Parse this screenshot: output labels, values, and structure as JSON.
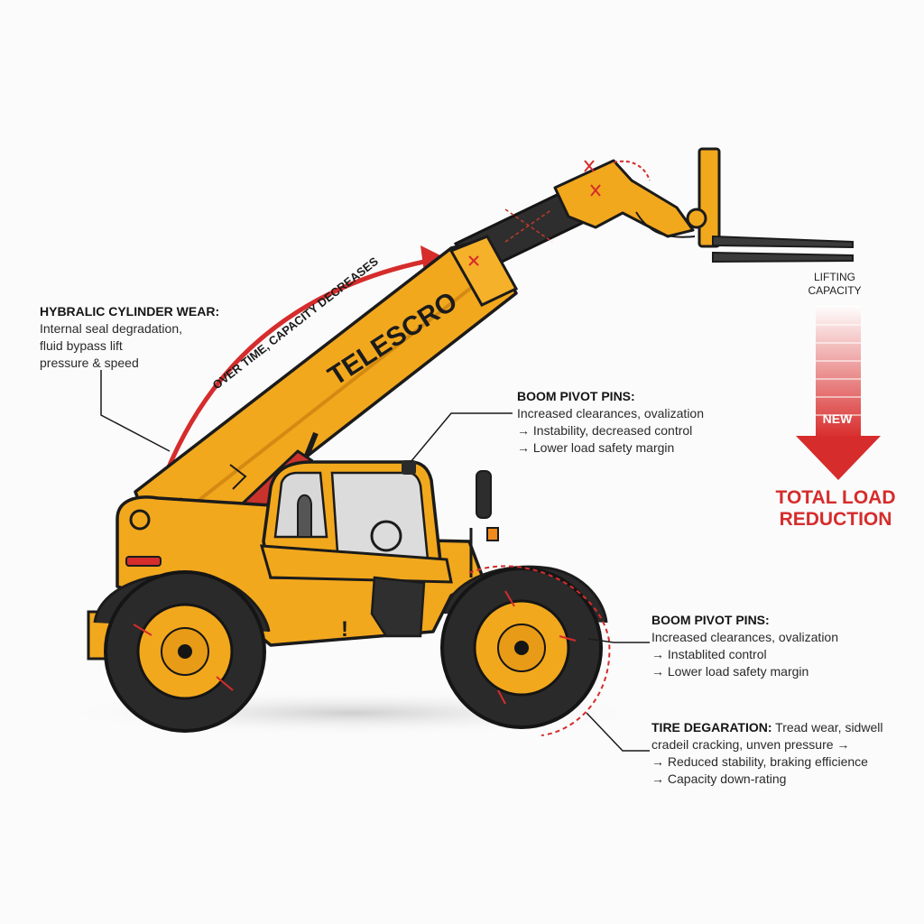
{
  "boom": {
    "brand": "TELESCRO",
    "trend_text": "OVER TIME, CAPACITY DECREASES"
  },
  "hydraulic": {
    "title": "HYBRALIC CYLINDER WEAR:",
    "lines": [
      "Internal seal degradation,",
      "fluid bypass lift",
      "pressure & speed"
    ]
  },
  "pivot_top": {
    "title": "BOOM PIVOT PINS:",
    "lines": [
      "Increased clearances, ovalization",
      "→ Instability, decreased control",
      "→ Lower load safety margin"
    ]
  },
  "pivot_mid": {
    "title": "BOOM PIVOT PINS:",
    "lines": [
      "Increased clearances, ovalization",
      "→ Instablited control",
      "→ Lower load safety margin"
    ]
  },
  "tire": {
    "title": "TIRE DEGARATION:",
    "first_line_rest": "Tread wear, sidwell",
    "lines": [
      "cradeil cracking, unven pressure →",
      "→ Reduced stability, braking efficience",
      "→ Capacity down-rating"
    ]
  },
  "capacity": {
    "title_lines": [
      "LIFTING",
      "CAPACITY"
    ],
    "new_label": "NEW",
    "total_lines": [
      "TOTAL LOAD",
      "REDUCTION"
    ]
  },
  "colors": {
    "machine_yellow": "#f2a81d",
    "machine_shadow": "#d48a12",
    "alert_red": "#d62c2c",
    "tire_black": "#2a2a2a"
  }
}
